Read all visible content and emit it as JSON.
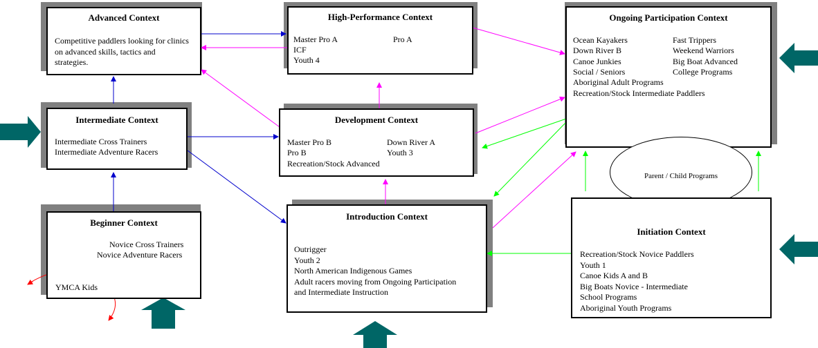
{
  "colors": {
    "blue": "#0000cc",
    "magenta": "#ff00ff",
    "green": "#00ff00",
    "red": "#ff0000",
    "teal": "#006666",
    "shadow": "#808080"
  },
  "advanced": {
    "title": "Advanced Context",
    "body": "Competitive paddlers looking for clinics on advanced skills, tactics and strategies."
  },
  "intermediate": {
    "title": "Intermediate Context",
    "line1": "Intermediate Cross Trainers",
    "line2": "Intermediate Adventure Racers"
  },
  "beginner": {
    "title": "Beginner Context",
    "line1": "Novice Cross Trainers",
    "line2": "Novice Adventure Racers",
    "ymca": "YMCA Kids"
  },
  "high_performance": {
    "title": "High-Performance Context",
    "left1": "Master Pro A",
    "right1": "Pro A",
    "left2": "ICF",
    "left3": "Youth 4"
  },
  "development": {
    "title": "Development Context",
    "left1": "Master Pro B",
    "right1": "Down River A",
    "left2": "Pro B",
    "right2": "Youth 3",
    "left3": "Recreation/Stock Advanced"
  },
  "introduction": {
    "title": "Introduction Context",
    "lines": [
      "Outrigger",
      "Youth 2",
      "North American Indigenous Games",
      "Adult racers moving from Ongoing Participation",
      "and Intermediate Instruction"
    ]
  },
  "ongoing": {
    "title": "Ongoing Participation Context",
    "col1": [
      "Ocean Kayakers",
      "Down River B",
      "Canoe Junkies",
      "Social / Seniors"
    ],
    "col2": [
      "Fast Trippers",
      "Weekend Warriors",
      "Big Boat Advanced",
      "College Programs"
    ],
    "wide1": "Aboriginal Adult Programs",
    "wide2": "Recreation/Stock Intermediate Paddlers"
  },
  "parent_child": {
    "label": "Parent / Child Programs"
  },
  "initiation": {
    "title": "Initiation Context",
    "lines": [
      "Recreation/Stock Novice Paddlers",
      "Youth 1",
      "Canoe Kids A and B",
      "Big Boats Novice - Intermediate",
      "School Programs",
      "Aboriginal Youth Programs"
    ]
  }
}
